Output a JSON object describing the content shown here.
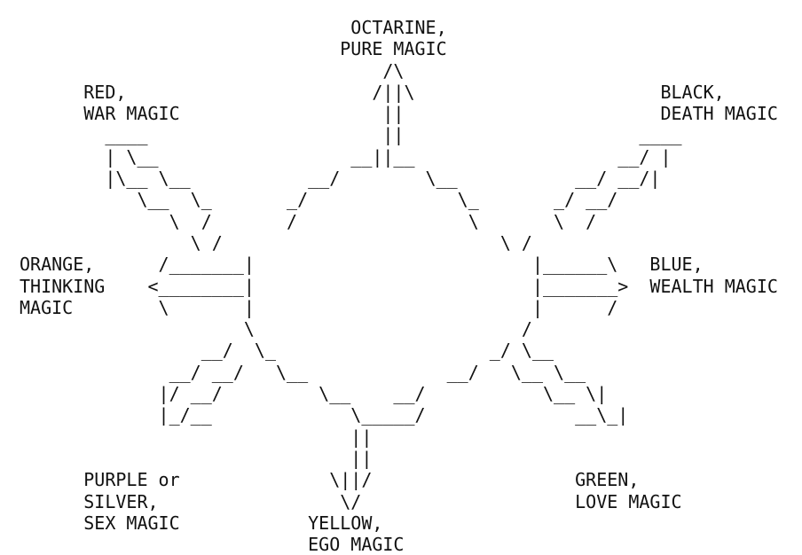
{
  "diagram": {
    "title": "",
    "ascii_art": "                               OCTARINE,\n                              PURE MAGIC\n                                  /\\\n      RED,                       /||\\                       BLACK,\n      WAR MAGIC                   ||                        DEATH MAGIC\n        ____                      ||                      ____\n        | \\__                  __||__                   __/ |\n        |\\__ \\__           __/        \\__           __/ __/|\n           \\__  \\_       _/              \\_       _/ __/\n              \\  /       /                \\       \\  /\n                \\ /                          \\ /\nORANGE,      /_______|                          |______\\   BLUE,\nTHINKING    <________|                          |_______>  WEALTH MAGIC\nMAGIC        \\       |                          |      /\n                     \\                         /\n                 __/  \\_                    _/ \\__\n              __/ __/   \\__             __/   \\__ \\__\n             |/ __/         \\__    __/           \\__ \\|\n             |_/__             \\_____/              __\\_|\n                               ||\n                               ||\n      PURPLE or              \\||/                   GREEN,\n      SILVER,                 \\/                    LOVE MAGIC\n      SEX MAGIC            YELLOW,\n                           EGO MAGIC",
    "labels": {
      "octarine": "OCTARINE, PURE MAGIC",
      "red": "RED, WAR MAGIC",
      "black": "BLACK, DEATH MAGIC",
      "orange": "ORANGE, THINKING MAGIC",
      "blue": "BLUE, WEALTH MAGIC",
      "purple": "PURPLE or SILVER, SEX MAGIC",
      "yellow": "YELLOW, EGO MAGIC",
      "green": "GREEN, LOVE MAGIC"
    }
  }
}
